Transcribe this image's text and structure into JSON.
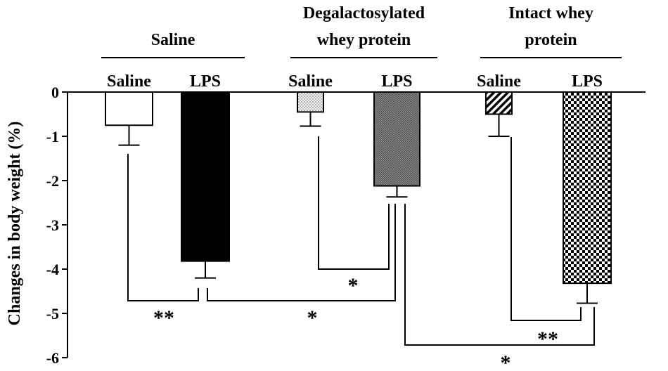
{
  "chart_data": {
    "type": "bar",
    "ylabel": "Changes in body weight (%)",
    "ylim": [
      -6,
      0
    ],
    "yticks": [
      "0",
      "-1",
      "-2",
      "-3",
      "-4",
      "-5",
      "-6"
    ],
    "grid": false,
    "groups": [
      {
        "name_lines": [
          "Saline"
        ]
      },
      {
        "name_lines": [
          "Degalactosylated",
          "whey protein"
        ]
      },
      {
        "name_lines": [
          "Intact whey",
          "protein"
        ]
      }
    ],
    "bars": [
      {
        "group": 0,
        "label": "Saline",
        "value": -0.75,
        "error": 0.45,
        "pattern": "white"
      },
      {
        "group": 0,
        "label": "LPS",
        "value": -3.82,
        "error": 0.38,
        "pattern": "black"
      },
      {
        "group": 1,
        "label": "Saline",
        "value": -0.45,
        "error": 0.32,
        "pattern": "dots"
      },
      {
        "group": 1,
        "label": "LPS",
        "value": -2.12,
        "error": 0.25,
        "pattern": "gray"
      },
      {
        "group": 2,
        "label": "Saline",
        "value": -0.5,
        "error": 0.5,
        "pattern": "hatch"
      },
      {
        "group": 2,
        "label": "LPS",
        "value": -4.32,
        "error": 0.45,
        "pattern": "checker"
      }
    ],
    "significance": [
      {
        "from": 0,
        "to": 1,
        "y": -4.7,
        "label": "**"
      },
      {
        "from": 1,
        "to": 3,
        "y": -4.7,
        "label": "*"
      },
      {
        "from": 2,
        "to": 3,
        "y": -3.95,
        "label": "*"
      },
      {
        "from": 4,
        "to": 5,
        "y": -5.12,
        "label": "**"
      },
      {
        "from": 3,
        "to": 5,
        "y": -5.65,
        "label": "*"
      }
    ]
  }
}
